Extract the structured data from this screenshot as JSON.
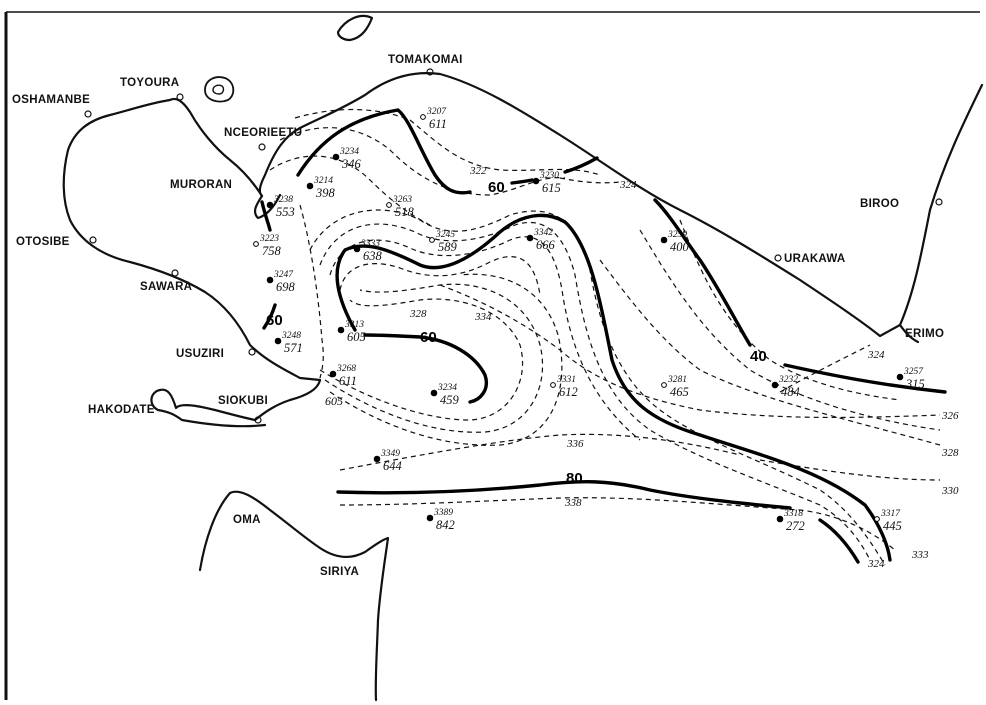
{
  "places": [
    {
      "id": "oshamanbe",
      "label": "OSHAMANBE"
    },
    {
      "id": "toyoura",
      "label": "TOYOURA"
    },
    {
      "id": "tomakomai",
      "label": "TOMAKOMAI"
    },
    {
      "id": "ncedrieetu",
      "label": "NCEORIEETU"
    },
    {
      "id": "muroran",
      "label": "MURORAN"
    },
    {
      "id": "otosibe",
      "label": "OTOSIBE"
    },
    {
      "id": "sawara",
      "label": "SAWARA"
    },
    {
      "id": "usuziri",
      "label": "USUZIRI"
    },
    {
      "id": "hakodate",
      "label": "HAKODATE"
    },
    {
      "id": "siokubi",
      "label": "SIOKUBI"
    },
    {
      "id": "urakawa",
      "label": "URAKAWA"
    },
    {
      "id": "biroo",
      "label": "BIROO"
    },
    {
      "id": "erimo",
      "label": "ERIMO"
    },
    {
      "id": "oma",
      "label": "OMA"
    },
    {
      "id": "siriya",
      "label": "SIRIYA"
    }
  ],
  "stations": [
    {
      "id": "3207",
      "number": "3207",
      "value": "611"
    },
    {
      "id": "3234",
      "number": "3234",
      "value": "346"
    },
    {
      "id": "3214",
      "number": "3214",
      "value": "398"
    },
    {
      "id": "3238",
      "number": "3238",
      "value": "553"
    },
    {
      "id": "3223",
      "number": "3223",
      "value": "758"
    },
    {
      "id": "3263",
      "number": "3263",
      "value": "518"
    },
    {
      "id": "3230",
      "number": "3230",
      "value": "615"
    },
    {
      "id": "3245",
      "number": "3245",
      "value": "589"
    },
    {
      "id": "3333",
      "number": "3333",
      "value": "638"
    },
    {
      "id": "3342",
      "number": "3342",
      "value": "666"
    },
    {
      "id": "3259",
      "number": "3259",
      "value": "400"
    },
    {
      "id": "3247",
      "number": "3247",
      "value": "698"
    },
    {
      "id": "3313",
      "number": "3313",
      "value": "605"
    },
    {
      "id": "3248",
      "number": "3248",
      "value": "571"
    },
    {
      "id": "3268",
      "number": "3268",
      "value": "611"
    },
    {
      "id": "3234b",
      "number": "3234",
      "value": "459"
    },
    {
      "id": "3331",
      "number": "3331",
      "value": "612"
    },
    {
      "id": "3281",
      "number": "3281",
      "value": "465"
    },
    {
      "id": "3232",
      "number": "3232",
      "value": "484"
    },
    {
      "id": "3257",
      "number": "3257",
      "value": "315"
    },
    {
      "id": "3349",
      "number": "3349",
      "value": "644"
    },
    {
      "id": "3389",
      "number": "3389",
      "value": "842"
    },
    {
      "id": "3318",
      "number": "3318",
      "value": "272"
    },
    {
      "id": "3317",
      "number": "3317",
      "value": "445"
    }
  ],
  "extra_values": [
    {
      "id": "605-extra",
      "value": "605"
    }
  ],
  "contours_main": [
    {
      "id": "c60-a",
      "label": "60"
    },
    {
      "id": "c60-b",
      "label": "60"
    },
    {
      "id": "c60-c",
      "label": "60"
    },
    {
      "id": "c40",
      "label": "40"
    },
    {
      "id": "c80",
      "label": "80"
    }
  ],
  "contours_dashed": [
    {
      "id": "d322",
      "label": "322"
    },
    {
      "id": "d324-top",
      "label": "324"
    },
    {
      "id": "d328",
      "label": "328"
    },
    {
      "id": "d334",
      "label": "334"
    },
    {
      "id": "d336",
      "label": "336"
    },
    {
      "id": "d338",
      "label": "338"
    },
    {
      "id": "d324-e",
      "label": "324"
    },
    {
      "id": "d326",
      "label": "326"
    },
    {
      "id": "d328-e",
      "label": "328"
    },
    {
      "id": "d330",
      "label": "330"
    },
    {
      "id": "d333",
      "label": "333"
    },
    {
      "id": "d324-b",
      "label": "324"
    }
  ]
}
